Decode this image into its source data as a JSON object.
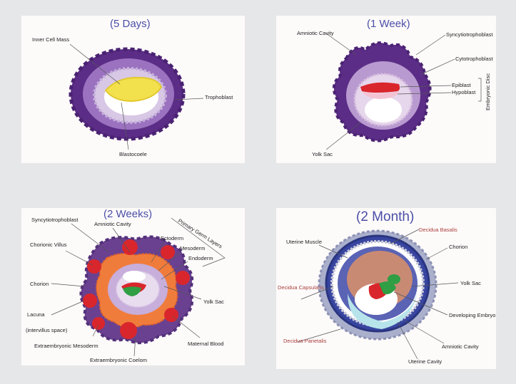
{
  "panels": [
    {
      "title": "(5 Days)",
      "labels": {
        "inner_cell_mass": "Inner Cell Mass",
        "trophoblast": "Trophoblast",
        "blastocoele": "Blastocoele"
      }
    },
    {
      "title": "(1 Week)",
      "labels": {
        "amniotic_cavity": "Amniotic Cavity",
        "syncytiotrophoblast": "Syncytiotrophoblast",
        "cytotrophoblast": "Cytotrophoblast",
        "epiblast": "Epiblast",
        "hypoblast": "Hypoblast",
        "embryonic_disc": "Embryonic Disc",
        "yolk_sac": "Yolk Sac"
      }
    },
    {
      "title": "(2 Weeks)",
      "labels": {
        "syncytiotrophoblast": "Syncytiotrophoblast",
        "amniotic_cavity": "Amniotic Cavity",
        "primary_germ_layers": "Primary Germ Layers",
        "ectoderm": "Ectoderm",
        "mesoderm": "Mesoderm",
        "endoderm": "Endoderm",
        "chorionic_villus": "Chorionic Villus",
        "chorion": "Chorion",
        "lacuna": "Lacuna",
        "intervillus_space": "(intervillus space)",
        "yolk_sac": "Yolk Sac",
        "extraembryonic_mesoderm": "Extraembryonic Mesoderm",
        "maternal_blood": "Maternal Blood",
        "extraembryonic_coelom": "Extraembryonic Coelom"
      }
    },
    {
      "title": "(2 Month)",
      "labels": {
        "decidua_basalis": "Decidua Basalis",
        "uterine_muscle": "Uterine Muscle",
        "chorion": "Chorion",
        "yolk_sac": "Yolk Sac",
        "decidua_capsularis": "Decidua Capsularis",
        "developing_embryo": "Developing Embryo",
        "decidua_parietalis": "Decidua Parietalis",
        "amniotic_cavity": "Amniotic Cavity",
        "uterine_cavity": "Uterine Cavity"
      }
    }
  ],
  "colors": {
    "background": "#e6e7e8",
    "panel": "#fdfafa",
    "title": "#4a4fa6",
    "label_red": "#a8403c",
    "purple_dark": "#5b2d86",
    "purple_light": "#b99ad0",
    "yellow": "#f3e04d",
    "red": "#d9262c",
    "green": "#2f9e44",
    "orange": "#f07c3c"
  }
}
